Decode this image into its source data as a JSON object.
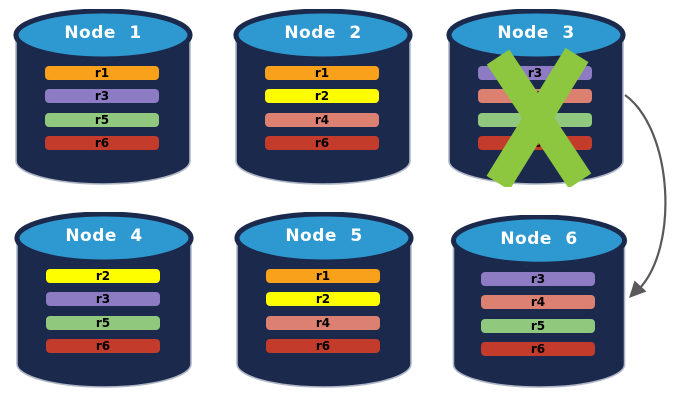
{
  "colors": {
    "cylinder_body": "#1B2A4C",
    "cylinder_top_face": "#2E99D1",
    "cylinder_edge_highlight": "#AEB6C6",
    "failure_x": "#8DC63F",
    "arrow": "#595959",
    "node_title_text": "#FFFFFF",
    "replica_label_text": "#000000"
  },
  "replica_colors": {
    "r1": "#F9A11B",
    "r2": "#FEFE00",
    "r3": "#8D7CC4",
    "r4": "#DC8172",
    "r5": "#90C97E",
    "r6": "#C23B2B"
  },
  "nodes": [
    {
      "title": "Node 1",
      "failed": false,
      "replicas": [
        {
          "label": "r1",
          "color": "#F9A11B"
        },
        {
          "label": "r3",
          "color": "#8D7CC4"
        },
        {
          "label": "r5",
          "color": "#90C97E"
        },
        {
          "label": "r6",
          "color": "#C23B2B"
        }
      ]
    },
    {
      "title": "Node 2",
      "failed": false,
      "replicas": [
        {
          "label": "r1",
          "color": "#F9A11B"
        },
        {
          "label": "r2",
          "color": "#FEFE00"
        },
        {
          "label": "r4",
          "color": "#DC8172"
        },
        {
          "label": "r6",
          "color": "#C23B2B"
        }
      ]
    },
    {
      "title": "Node 3",
      "failed": true,
      "replicas": [
        {
          "label": "r3",
          "color": "#8D7CC4"
        },
        {
          "label": "r4",
          "color": "#DC8172"
        },
        {
          "label": "r5",
          "color": "#90C97E"
        },
        {
          "label": "r6",
          "color": "#C23B2B"
        }
      ]
    },
    {
      "title": "Node 4",
      "failed": false,
      "replicas": [
        {
          "label": "r2",
          "color": "#FEFE00"
        },
        {
          "label": "r3",
          "color": "#8D7CC4"
        },
        {
          "label": "r5",
          "color": "#90C97E"
        },
        {
          "label": "r6",
          "color": "#C23B2B"
        }
      ]
    },
    {
      "title": "Node 5",
      "failed": false,
      "replicas": [
        {
          "label": "r1",
          "color": "#F9A11B"
        },
        {
          "label": "r2",
          "color": "#FEFE00"
        },
        {
          "label": "r4",
          "color": "#DC8172"
        },
        {
          "label": "r6",
          "color": "#C23B2B"
        }
      ]
    },
    {
      "title": "Node 6",
      "failed": false,
      "replicas": [
        {
          "label": "r3",
          "color": "#8D7CC4"
        },
        {
          "label": "r4",
          "color": "#DC8172"
        },
        {
          "label": "r5",
          "color": "#90C97E"
        },
        {
          "label": "r6",
          "color": "#C23B2B"
        }
      ]
    }
  ],
  "arrow": {
    "from": "Node 3",
    "to": "Node 6"
  }
}
